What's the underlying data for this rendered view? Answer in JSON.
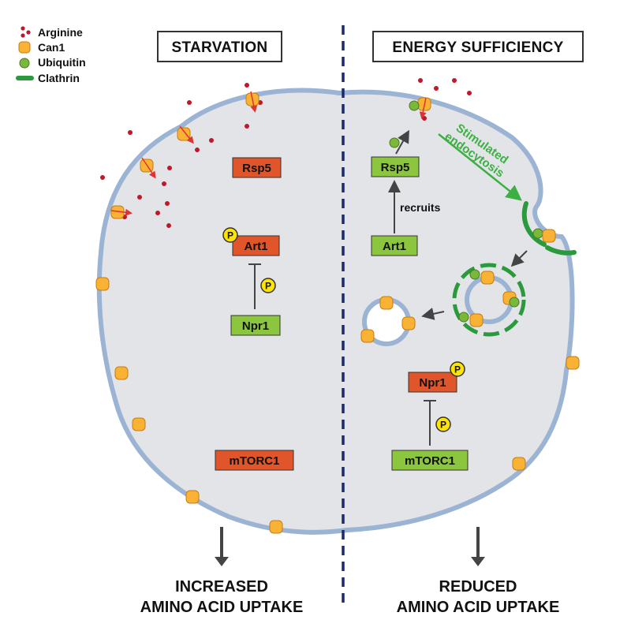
{
  "legend": {
    "arginine": "Arginine",
    "can1": "Can1",
    "ubiquitin": "Ubiquitin",
    "clathrin": "Clathrin"
  },
  "left": {
    "title": "STARVATION",
    "rsp5": "Rsp5",
    "art1": "Art1",
    "npr1": "Npr1",
    "mtorc1": "mTORC1",
    "phospho": "P",
    "outcome_line1": "INCREASED",
    "outcome_line2": "AMINO ACID UPTAKE"
  },
  "right": {
    "title": "ENERGY SUFFICIENCY",
    "rsp5": "Rsp5",
    "art1": "Art1",
    "recruits": "recruits",
    "npr1": "Npr1",
    "mtorc1": "mTORC1",
    "phospho": "P",
    "stimulated_line1": "Stimulated",
    "stimulated_line2": "endocytosis",
    "outcome_line1": "REDUCED",
    "outcome_line2": "AMINO ACID UPTAKE"
  },
  "colors": {
    "inactive": "#e0552a",
    "active": "#8cc63f",
    "can1": "#f9b234",
    "ubiquitin": "#7ab83a",
    "clathrin": "#2a9a3c",
    "arginine": "#c0182a",
    "cell_fill": "#e3e4e8",
    "cell_border": "#9cb4d4",
    "divider": "#1a2a6e",
    "phospho": "#ffe400"
  }
}
